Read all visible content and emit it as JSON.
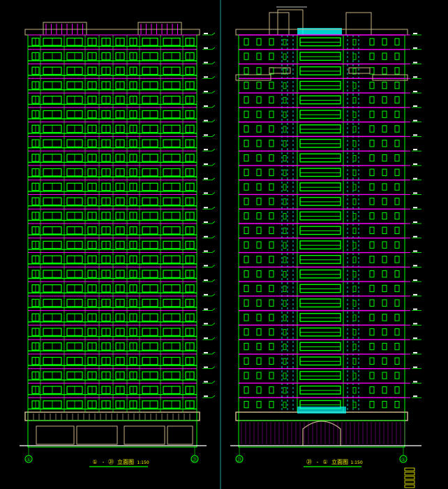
{
  "colors": {
    "background": "#000000",
    "green": "#00ff00",
    "magenta": "#ff00ff",
    "yellow": "#ffff00",
    "cyan": "#00ffff",
    "white": "#ffffff",
    "tan": "#c8b487",
    "separator": "#2aa1a1"
  },
  "drawings": [
    {
      "caption_left": "①",
      "caption_right": "㉑",
      "caption_title": "立面图",
      "caption_scale": "1:150",
      "axis_start": "①",
      "axis_end": "㉑"
    },
    {
      "caption_left": "㉑",
      "caption_right": "①",
      "caption_title": "立面图",
      "caption_scale": "1:150",
      "axis_start": "㉑",
      "axis_end": "①"
    }
  ],
  "floors": 26,
  "legend": {
    "items": [
      "",
      "",
      "",
      "",
      ""
    ]
  }
}
